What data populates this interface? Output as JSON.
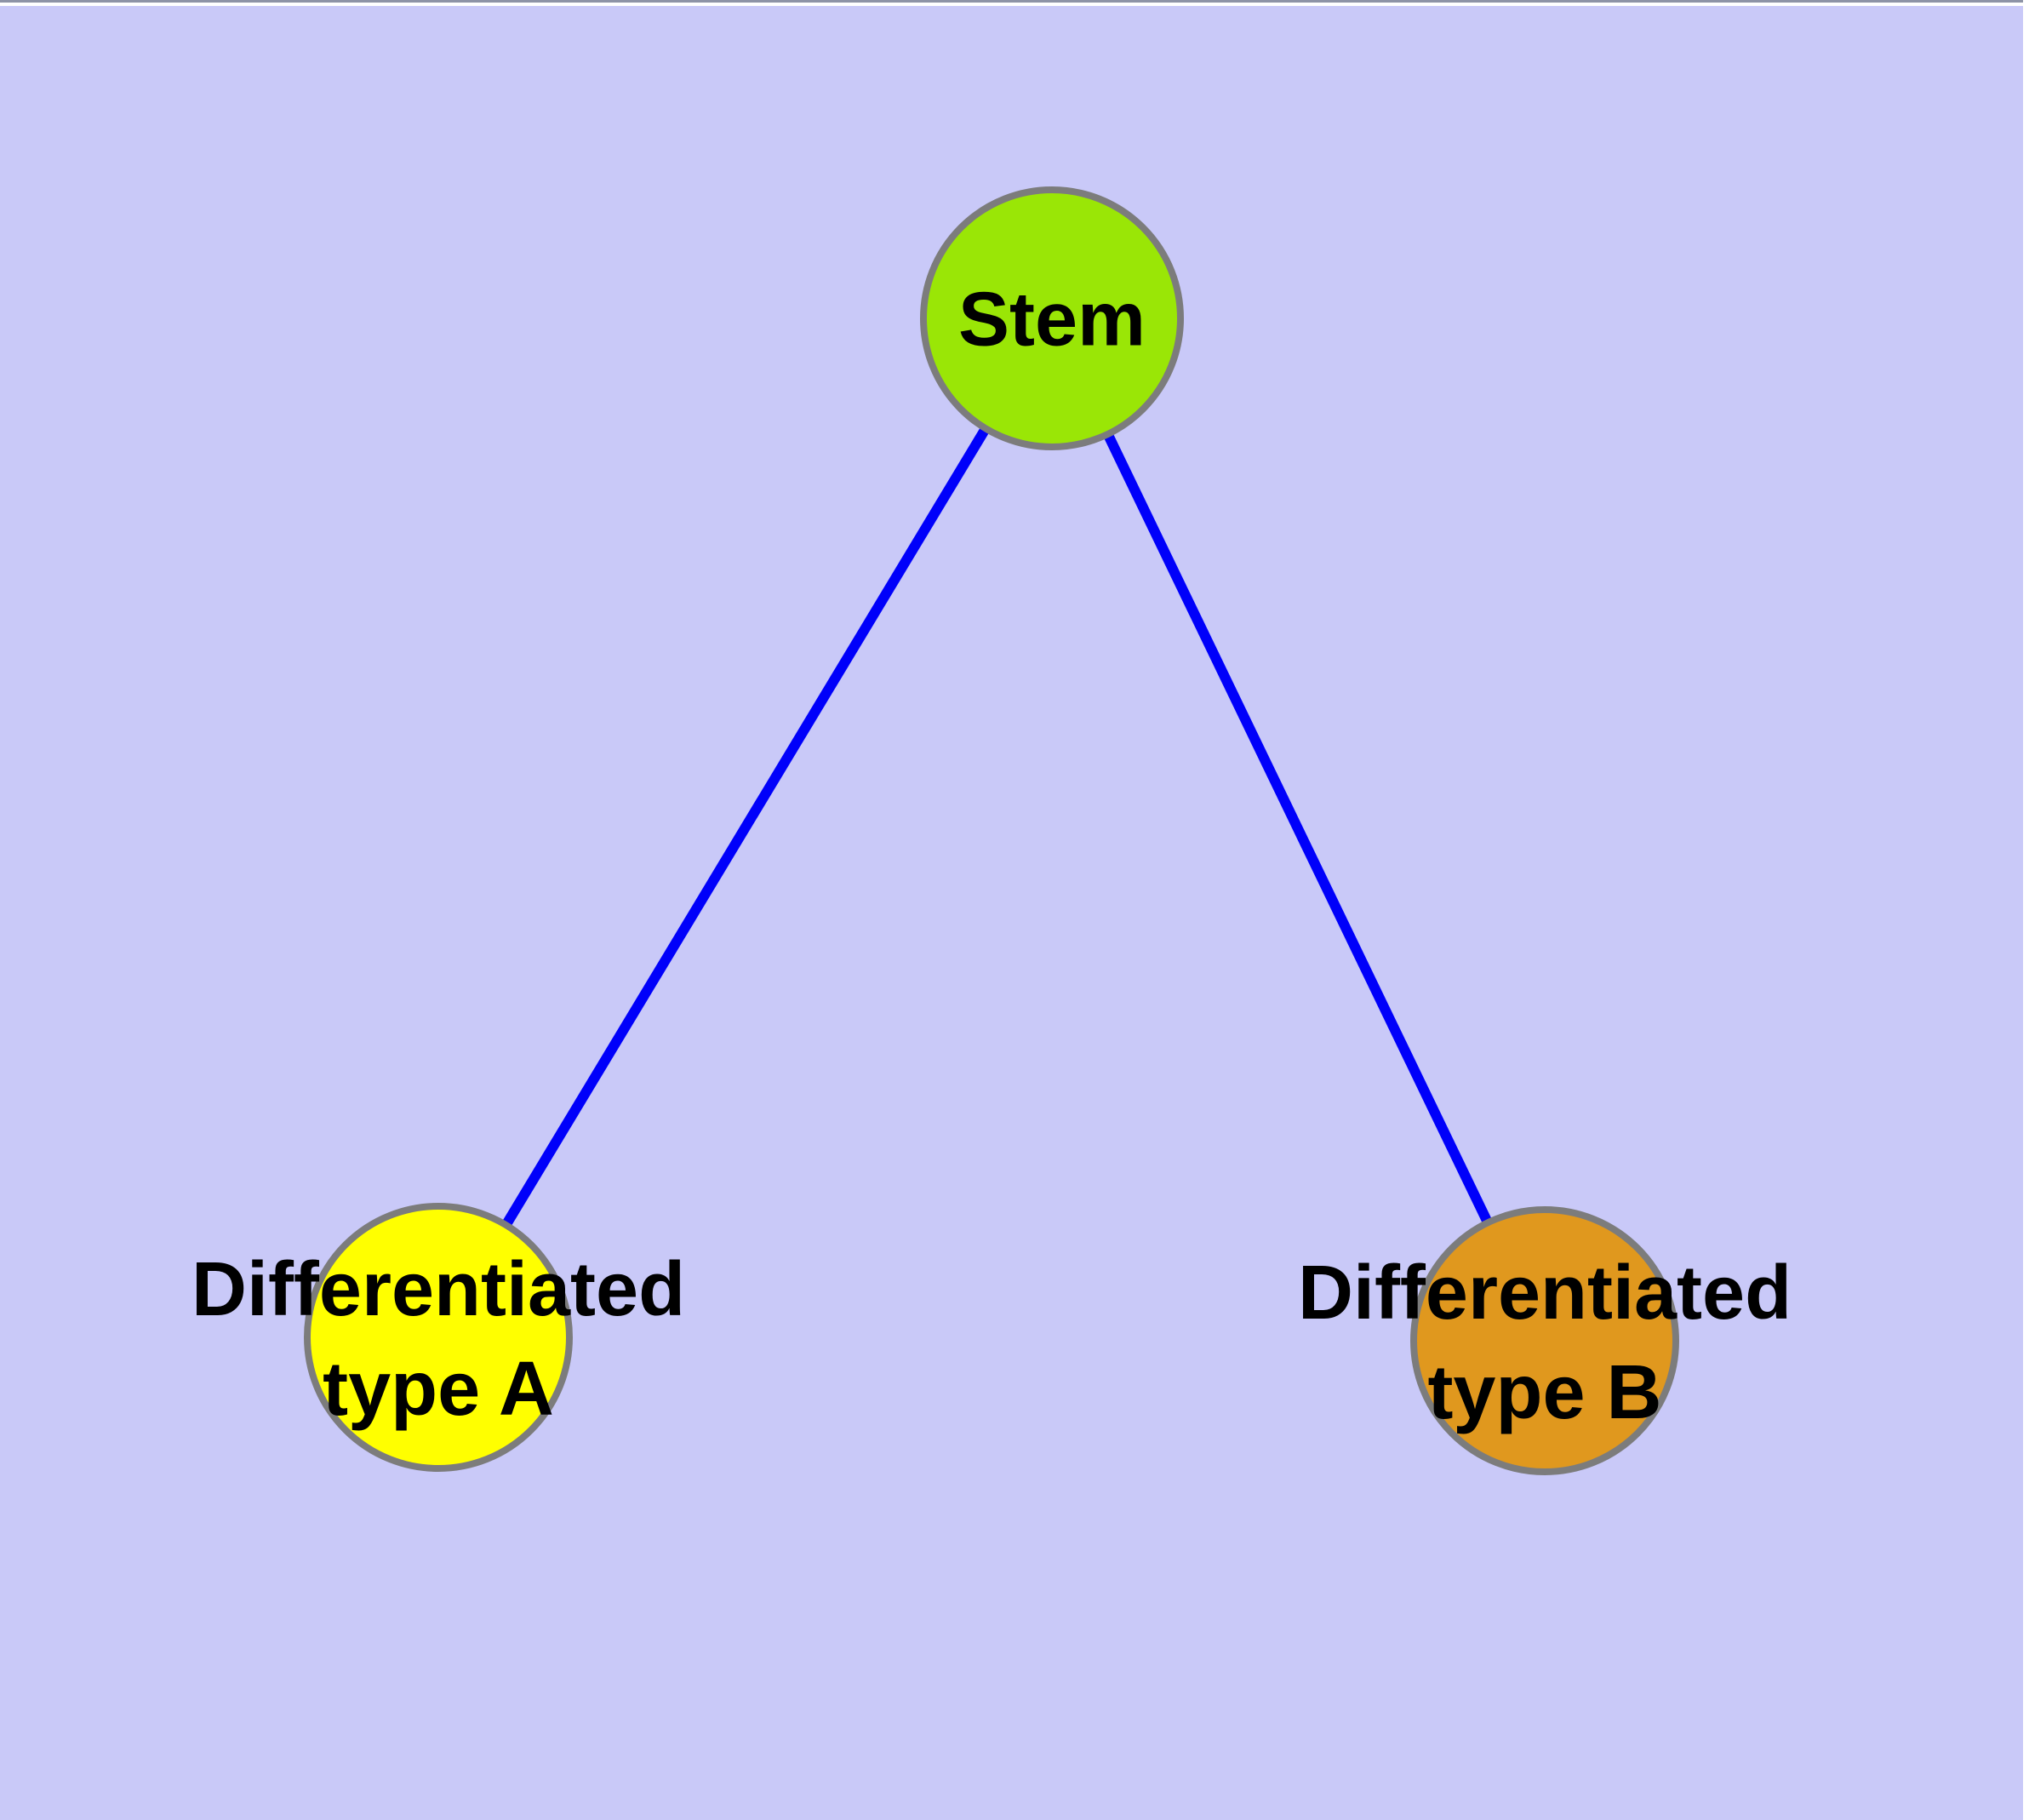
{
  "diagram": {
    "type": "node-link-graph",
    "background_color": "#c9c9f8",
    "frame": {
      "top_line_color": "#8d93a6",
      "margin_color": "#ffffff"
    },
    "edge_color": "#0000fa",
    "node_border_color": "#7c7c7c",
    "label_color": "#000000",
    "nodes": [
      {
        "id": "stem",
        "label": "Stem",
        "color": "#9ae606"
      },
      {
        "id": "diff-a",
        "label": "Differentiated type A",
        "label_line1": "Differentiated",
        "label_line2": "type A",
        "color": "#ffff00"
      },
      {
        "id": "diff-b",
        "label": "Differentiated type B",
        "label_line1": "Differentiated",
        "label_line2": "type B",
        "color": "#e0981e"
      }
    ],
    "edges": [
      {
        "from": "Stem",
        "to": "Differentiated type A"
      },
      {
        "from": "Stem",
        "to": "Differentiated type B"
      }
    ]
  }
}
